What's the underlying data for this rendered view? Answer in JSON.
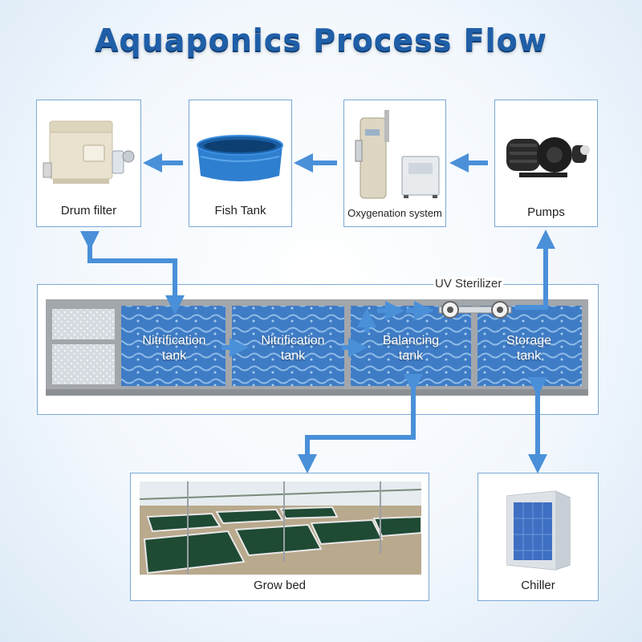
{
  "title": "Aquaponics Process Flow",
  "components": {
    "drum_filter": "Drum filter",
    "fish_tank": "Fish Tank",
    "oxygenation": "Oxygenation system",
    "pumps": "Pumps",
    "grow_bed": "Grow bed",
    "chiller": "Chiller",
    "uv_sterilizer": "UV Sterilizer"
  },
  "tanks": {
    "nitrification_1": "Nitrification\ntank",
    "nitrification_2": "Nitrification\ntank",
    "balancing": "Balancing\ntank",
    "storage": "Storage\ntank"
  },
  "colors": {
    "title": "#1f5fa8",
    "arrow": "#4a90d9",
    "box_border": "#7aa9d6",
    "water": "#3b78c4"
  },
  "icons": {
    "drum_filter": "drum-filter-icon",
    "fish_tank": "fish-tank-icon",
    "oxygenation": "oxygenation-system-icon",
    "pumps": "pump-icon",
    "grow_bed": "grow-bed-icon",
    "chiller": "chiller-icon",
    "uv": "uv-sterilizer-icon"
  }
}
